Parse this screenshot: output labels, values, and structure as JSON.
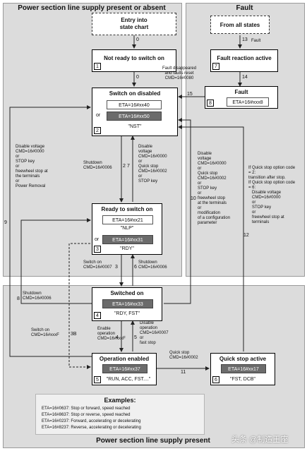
{
  "panels": {
    "left_title": "Power section line supply present or absent",
    "fault_title": "Fault",
    "bottom_title": "Power section line supply present"
  },
  "states": {
    "entry": {
      "label": "Entry into\nstate chart"
    },
    "not_ready": {
      "label": "Not ready to switch on",
      "num": "1"
    },
    "switch_on_disabled": {
      "label": "Switch on disabled",
      "num": "2",
      "eta1": "ETA=16#xx40",
      "eta2": "ETA=16#xx50",
      "or": "or",
      "status": "\"NST\""
    },
    "ready": {
      "label": "Ready to switch on",
      "num": "3",
      "eta1": "ETA=16#xx21",
      "status1": "\"NLP\"",
      "eta2": "ETA=16#xx31",
      "or": "or",
      "status2": "\"RDY\""
    },
    "switched_on": {
      "label": "Switched on",
      "num": "4",
      "eta": "ETA=16#xx33",
      "status": "\"RDY, FST\""
    },
    "operation_enabled": {
      "label": "Operation enabled",
      "num": "5",
      "eta": "ETA=16#xx37",
      "status": "\"RUN, ACC, FST....\""
    },
    "quick_stop": {
      "label": "Quick stop active",
      "num": "6",
      "eta": "ETA=16#xx17",
      "status": "\"FST, DCB\""
    },
    "from_all": {
      "label": "From all states"
    },
    "fault_reaction": {
      "label": "Fault reaction active",
      "num": "7"
    },
    "fault": {
      "label": "Fault",
      "num": "8",
      "eta": "ETA=16#xxx8"
    }
  },
  "transitions": {
    "t0a": "0",
    "t0b": "0",
    "t13": "13",
    "t13_text": "Fault",
    "t14": "14",
    "t15": "15",
    "t15_text": "Fault disappeared\nand faults reset\nCMD=16#0080",
    "t2": "2",
    "t2_text": "Shutdown\nCMD=16#0006",
    "t7": "7",
    "t7_text": "Disable\nvoltage\nCMD=16#0000\nor\nQuick stop\nCMD=16#0002\nor\nSTOP key",
    "t9": "9",
    "t9_text": "Disable voltage\nCMD=16#0000\nor\nSTOP key\nor\nfreewheel stop at\nthe terminals\nor\nPower Removal",
    "t10": "10",
    "t10_text": "Disable\nvoltage\nCMD=16#0000\nor\nQuick stop\nCMD=16#0002\nor\nSTOP key\nor\nfreewheel stop\nat the terminals\nor\nmodification\nof a configuration\nparameter",
    "t12": "12",
    "t12_text": "If Quick stop option code\n= 2:\ntransition after stop.\nIf Quick stop option code\n= 6:\n   Disable voltage\n   CMD=16#0000\n   or\n   STOP key\n   or\n   freewheel stop at\n   terminals",
    "t3": "3",
    "t3_text": "Switch on\nCMD=16#0007",
    "t6": "6",
    "t6_text": "Shutdown\nCMD=16#0006",
    "t8": "8",
    "t8_text": "Shutdown\nCMD=16#0006",
    "t3b": "3B",
    "t3b_text": "Switch on\nCMD=16#xxxF",
    "t4": "4",
    "t4_text": "Enable\noperation\nCMD=16#xxxF",
    "t5": "5",
    "t5_text": "Disable\noperation\nCMD=16#0007\nor\nfast stop",
    "t11": "11",
    "t11_text": "Quick stop\nCMD=16#0002"
  },
  "examples": {
    "title": "Examples:",
    "lines": [
      "ETA=16#0637: Stop or forward, speed reached",
      "ETA=16#8637: Stop or reverse, speed reached",
      "ETA=16#0237: Forward, accelerating or decelerating",
      "ETA=16#8237: Reverse, accelerating or decelerating"
    ]
  },
  "watermark": "头条 @制造王座"
}
